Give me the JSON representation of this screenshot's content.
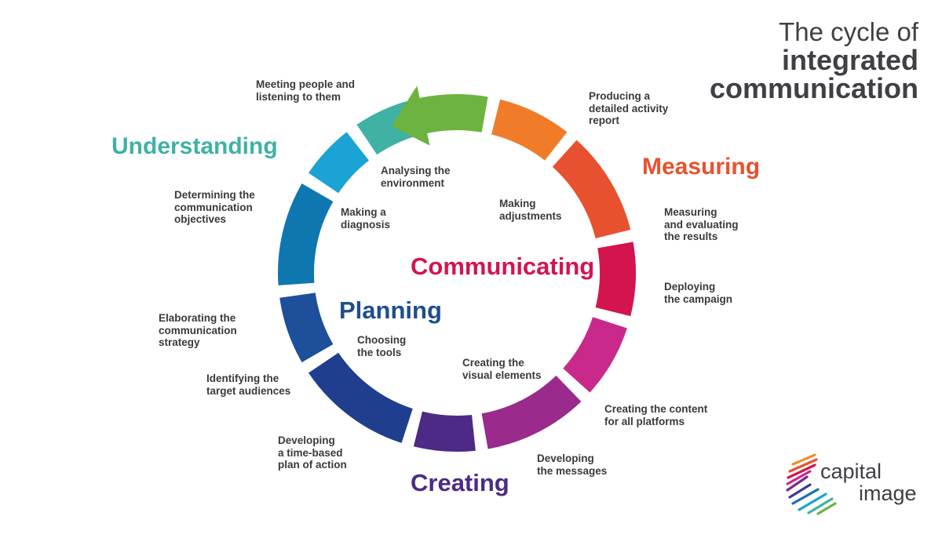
{
  "title": {
    "line1": "The cycle of",
    "line2": "integrated",
    "line3": "communication"
  },
  "phases": {
    "understanding": "Understanding",
    "measuring": "Measuring",
    "communicating": "Communicating",
    "planning": "Planning",
    "creating": "Creating"
  },
  "steps": {
    "meeting": "Meeting people and\nlistening to them",
    "producing": "Producing a\ndetailed activity\nreport",
    "analysing": "Analysing the\nenvironment",
    "determining": "Determining the\ncommunication\nobjectives",
    "diagnosis": "Making a\ndiagnosis",
    "adjustments": "Making\nadjustments",
    "measuring_results": "Measuring\nand evaluating\nthe results",
    "deploying": "Deploying\nthe campaign",
    "elaborating": "Elaborating the\ncommunication\nstrategy",
    "choosing": "Choosing\nthe tools",
    "visual": "Creating the\nvisual elements",
    "identifying": "Identifying the\ntarget audiences",
    "content": "Creating the content\nfor all platforms",
    "timeplan": "Developing\na time-based\nplan of action",
    "messages": "Developing\nthe messages"
  },
  "colors": {
    "understanding": "#3fb1a5",
    "measuring": "#e8512f",
    "communicating": "#d3144f",
    "planning": "#1f4e8c",
    "creating": "#4c2a86",
    "arrow": "#6db33f"
  },
  "ring_segments": [
    "#6db33f",
    "#f07c2a",
    "#e8512f",
    "#d3144f",
    "#c9298a",
    "#9a2a8c",
    "#4c2a86",
    "#1f3f8e",
    "#1d4f9a",
    "#0f77b0",
    "#1aa3d4",
    "#3fb1a5"
  ],
  "logo": {
    "word1": "capital",
    "word2": "image"
  }
}
